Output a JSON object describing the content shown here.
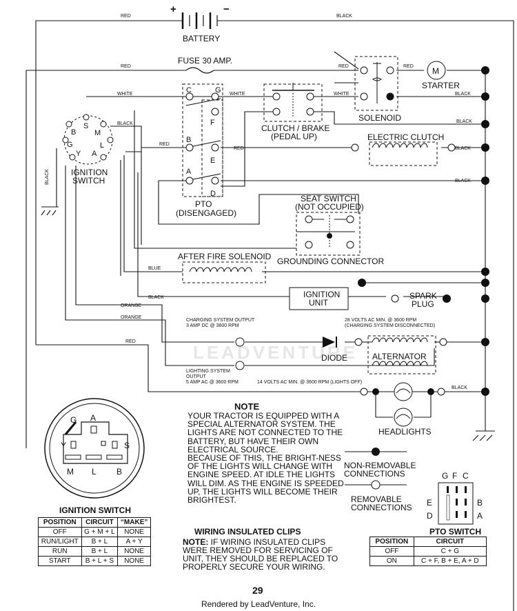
{
  "labels": {
    "battery": "BATTERY",
    "fuse": "FUSE 30 AMP.",
    "starter": "STARTER",
    "starter_m": "M",
    "solenoid": "SOLENOID",
    "clutch_brake": "CLUTCH / BRAKE",
    "pedal_up": "(PEDAL UP)",
    "electric_clutch": "ELECTRIC CLUTCH",
    "ignition_switch": "IGNITION",
    "ignition_switch2": "SWITCH",
    "pto": "PTO",
    "pto_state": "(DISENGAGED)",
    "seat_switch": "SEAT SWITCH",
    "seat_state": "(NOT OCCUPIED)",
    "grounding_connector": "GROUNDING CONNECTOR",
    "after_fire": "AFTER FIRE SOLENOID",
    "ignition_unit1": "IGNITION",
    "ignition_unit2": "UNIT",
    "spark1": "SPARK",
    "spark2": "PLUG",
    "diode": "DIODE",
    "alternator": "ALTERNATOR",
    "headlights": "HEADLIGHTS",
    "charging1": "CHARGING SYSTEM OUTPUT",
    "charging2": "3 AMP DC @ 3600 RPM",
    "ac28_1": "28 VOLTS AC MIN. @ 3600 RPM",
    "ac28_2": "(CHARGING SYSTEM DISCONNECTED)",
    "lighting1": "LIGHTING SYSTEM",
    "lighting2": "OUTPUT",
    "lighting3": "5 AMP AC @ 3600 RPM",
    "ac14": "14 VOLTS AC MIN. @ 3600 RPM (LIGHTS OFF)",
    "plus": "+",
    "minus": "−"
  },
  "wires": {
    "red": "RED",
    "black": "BLACK",
    "white": "WHITE",
    "blue": "BLUE",
    "orange": "ORANGE"
  },
  "terminals": {
    "ign": [
      "B",
      "S",
      "M",
      "G",
      "L",
      "Y",
      "A"
    ],
    "pto": [
      "C",
      "G",
      "F",
      "B",
      "E",
      "A",
      "D"
    ]
  },
  "note": {
    "title": "NOTE",
    "p1": "YOUR TRACTOR IS EQUIPPED WITH A SPECIAL ALTERNATOR SYSTEM. THE LIGHTS ARE NOT CONNECTED TO THE BATTERY, BUT HAVE THEIR OWN ELECTRICAL SOURCE.",
    "p2": "BECAUSE OF THIS, THE BRIGHT-NESS OF THE LIGHTS WILL CHANGE WITH ENGINE SPEED. AT IDLE THE LIGHTS WILL DIM. AS THE ENGINE IS SPEEDED UP, THE LIGHTS WILL BECOME THEIR BRIGHTEST."
  },
  "clips": {
    "title": "WIRING INSULATED CLIPS",
    "lead": "NOTE:",
    "body": " IF WIRING INSULATED CLIPS WERE REMOVED FOR SERVICING OF UNIT, THEY SHOULD BE REPLACED TO PROPERLY SECURE YOUR WIRING."
  },
  "legend": {
    "non_removable1": "NON-REMOVABLE",
    "non_removable2": "CONNECTIONS",
    "removable1": "REMOVABLE",
    "removable2": "CONNECTIONS"
  },
  "ign_detail": [
    "G",
    "A",
    "Y",
    "S",
    "M",
    "L",
    "B"
  ],
  "pto_detail": [
    "G",
    "F",
    "C",
    "E",
    "B",
    "D",
    "A"
  ],
  "ignition_table": {
    "title": "IGNITION SWITCH",
    "headers": [
      "POSITION",
      "CIRCUIT",
      "“MAKE”"
    ],
    "rows": [
      [
        "OFF",
        "G + M + L",
        "NONE"
      ],
      [
        "RUN/LIGHT",
        "B + L",
        "A + Y"
      ],
      [
        "RUN",
        "B + L",
        "NONE"
      ],
      [
        "START",
        "B + L + S",
        "NONE"
      ]
    ]
  },
  "pto_table": {
    "title": "PTO SWITCH",
    "headers": [
      "POSITION",
      "CIRCUIT"
    ],
    "rows": [
      [
        "OFF",
        "C + G"
      ],
      [
        "ON",
        "C + F, B + E, A + D"
      ]
    ]
  },
  "page_number": "29",
  "footer": "Rendered by LeadVenture, Inc.",
  "watermark": "LEADVENTURE"
}
